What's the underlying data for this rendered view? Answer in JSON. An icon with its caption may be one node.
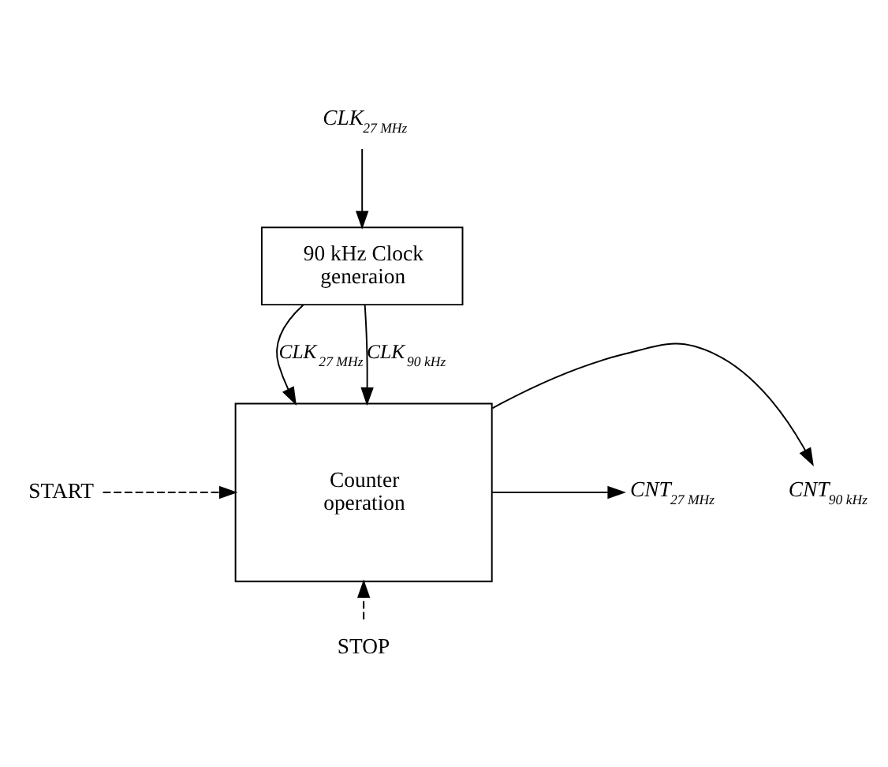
{
  "diagram": {
    "nodes": [
      {
        "text": [
          "CLK$_{27 MHz}$"
        ]
      },
      {
        "text": [
          "90 kHz Clock generaion"
        ]
      },
      {
        "text": [
          "Counter operation"
        ]
      },
      {
        "text": [
          "START"
        ]
      },
      {
        "text": [
          "CNT$_{90 kHz}$"
        ]
      },
      {
        "text": [
          "CNT$_{27 MHz}$"
        ]
      },
      {
        "text": [
          "STOP"
        ]
      }
    ],
    "edges": [
      {
        "from": 0,
        "to": 1,
        "arrow": "to"
      },
      {
        "from": 1,
        "to": 2,
        "arrow": "to",
        "label": "CLK$_{27 MHz}$"
      },
      {
        "from": 1,
        "to": 2,
        "arrow": "to",
        "label": "CLK$_{90 kHz}$"
      },
      {
        "from": 3,
        "to": 2,
        "arrow": "to",
        "style": "dashed"
      },
      {
        "from": 2,
        "to": 4,
        "arrow": "to"
      },
      {
        "from": 2,
        "to": 5,
        "arrow": "to"
      },
      {
        "from": 6,
        "to": 2,
        "arrow": "to",
        "style": "dashed"
      }
    ]
  }
}
